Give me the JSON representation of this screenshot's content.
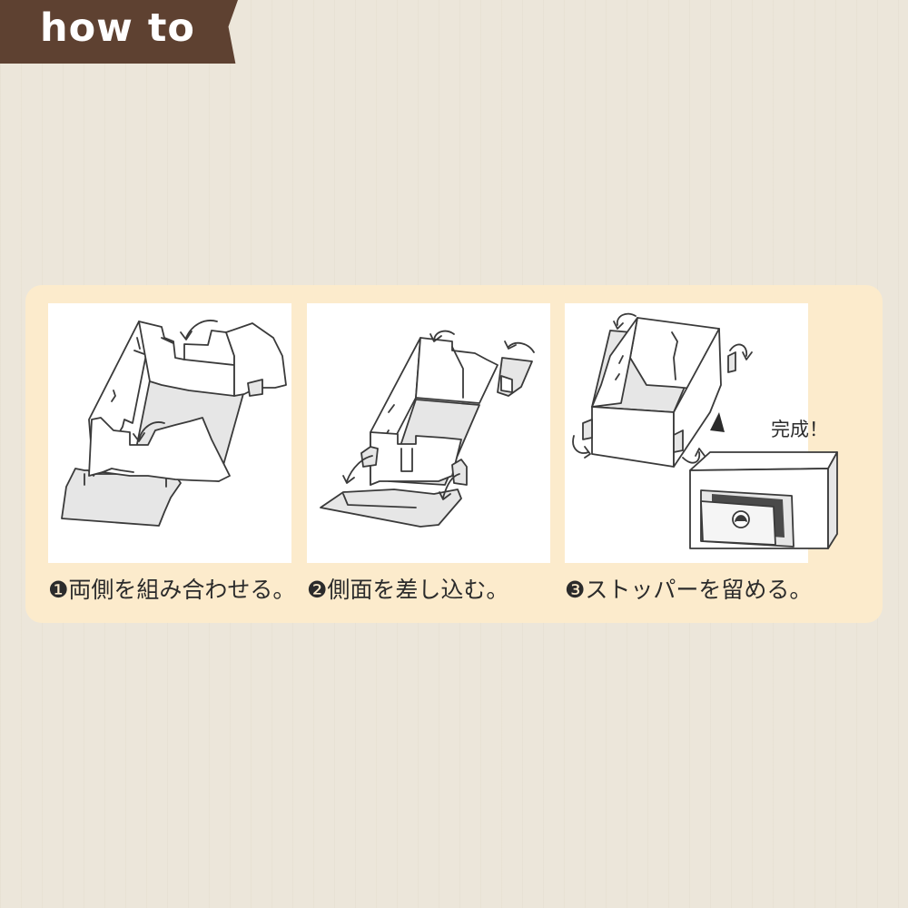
{
  "header": {
    "title": "how to"
  },
  "steps": [
    {
      "caption": "❶両側を組み合わせる。"
    },
    {
      "caption": "❷側面を差し込む。"
    },
    {
      "caption": "❸ストッパーを留める。"
    }
  ],
  "complete_label": "完成！",
  "colors": {
    "background": "#ece6da",
    "label_bg": "#5e4131",
    "panel_bg": "#fcebcc",
    "line": "#3a3a3a",
    "fill": "#e6e6e6"
  }
}
